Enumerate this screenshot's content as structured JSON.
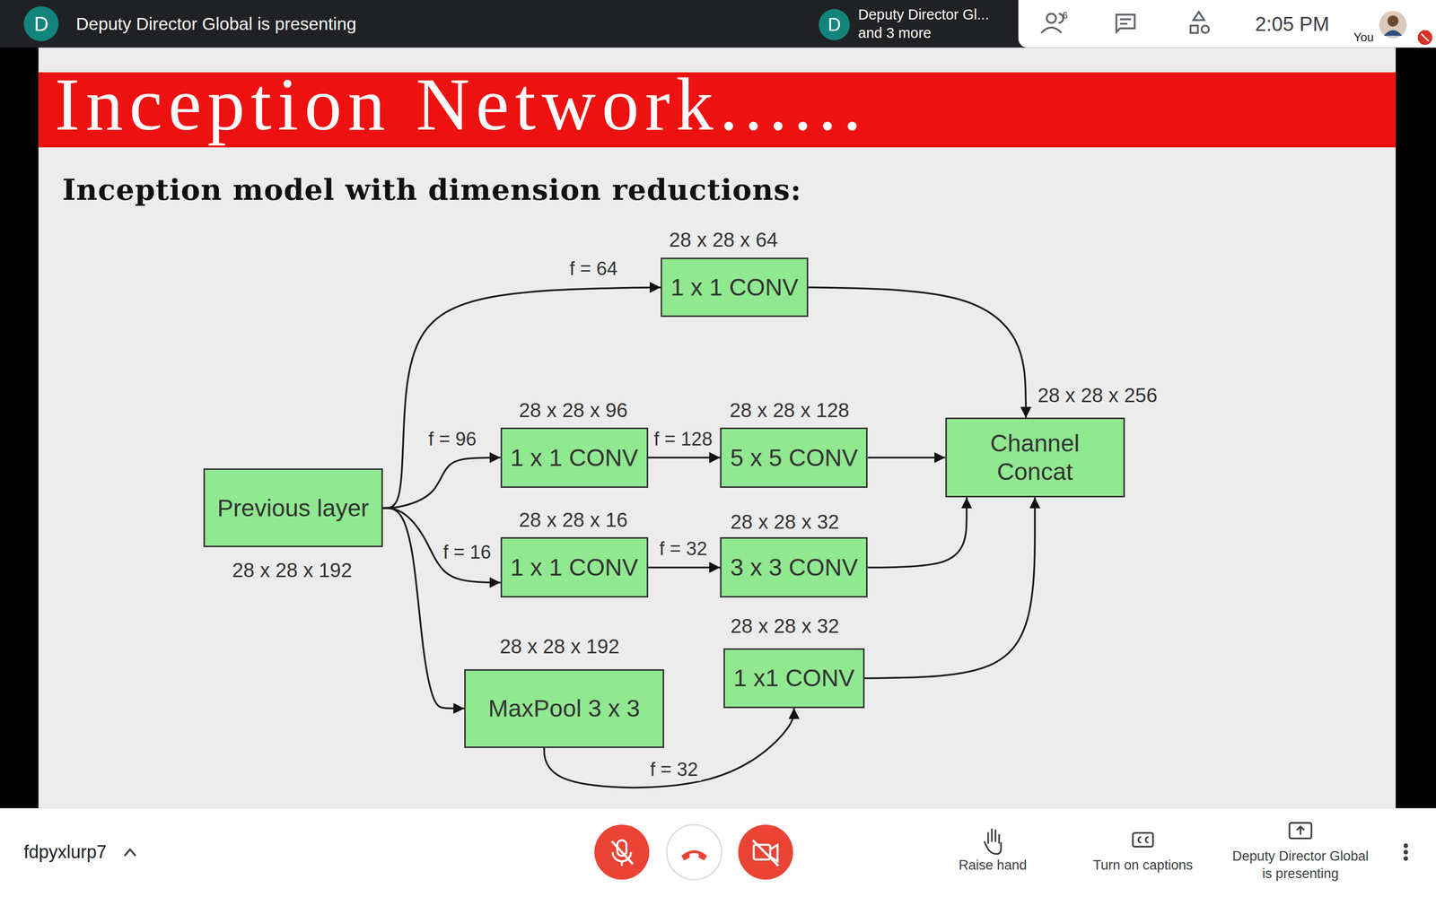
{
  "diagram": {
    "title": "Inception Network......",
    "nodes": [
      {
        "text": [
          "Previous layer"
        ]
      },
      {
        "text": [
          "1 x 1 CONV"
        ]
      },
      {
        "text": [
          "1 x 1 CONV"
        ]
      },
      {
        "text": [
          "5 x 5 CONV"
        ]
      },
      {
        "text": [
          "Channel Concat"
        ]
      },
      {
        "text": [
          "1 x 1 CONV"
        ]
      },
      {
        "text": [
          "3 x 3 CONV"
        ]
      },
      {
        "text": [
          "MaxPool 3 x 3"
        ]
      },
      {
        "text": [
          "1 x1 CONV"
        ]
      }
    ],
    "edges": [
      {
        "from": 0,
        "to": 1,
        "label": "f = 64",
        "arrow": "to"
      },
      {
        "from": 0,
        "to": 2,
        "label": "f = 96",
        "arrow": "to"
      },
      {
        "from": 0,
        "to": 5,
        "label": "f = 16",
        "arrow": "to"
      },
      {
        "from": 0,
        "to": 7,
        "arrow": "to"
      },
      {
        "from": 2,
        "to": 3,
        "label": "f = 128",
        "arrow": "to"
      },
      {
        "from": 5,
        "to": 6,
        "label": "f = 32",
        "arrow": "to"
      },
      {
        "from": 7,
        "to": 8,
        "label": "f = 32",
        "arrow": "to"
      },
      {
        "from": 1,
        "to": 4,
        "arrow": "to"
      },
      {
        "from": 3,
        "to": 4,
        "arrow": "to"
      },
      {
        "from": 6,
        "to": 4,
        "arrow": "to"
      },
      {
        "from": 8,
        "to": 4,
        "arrow": "to"
      }
    ],
    "labels": [
      "D",
      "Deputy Director Global is presenting",
      "D",
      "Deputy Director Gl...",
      "and 3 more",
      "6",
      "2:05 PM",
      "You",
      "Inception model with dimension reductions:",
      "28 x 28 x 64",
      "28 x 28 x 96",
      "28 x 28 x 128",
      "28 x 28 x 256",
      "28 x 28 x 192",
      "28 x 28 x 16",
      "28 x 28 x 32",
      "28 x 28 x 32",
      "28 x 28 x 192",
      "fdpyxlurp7",
      "Raise hand",
      "Turn on captions",
      "Deputy Director Global is presenting"
    ]
  }
}
